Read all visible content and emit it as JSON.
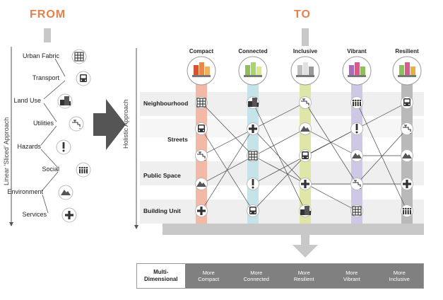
{
  "from_heading": "FROM",
  "to_heading": "TO",
  "left_axis_label": "Linear ‘Sliced’ Approach",
  "right_axis_label": "Holistic Approach",
  "linear_items": [
    {
      "label": "Urban Fabric",
      "icon": "grid-icon"
    },
    {
      "label": "Transport",
      "icon": "bus-icon"
    },
    {
      "label": "Land Use",
      "icon": "buildings-icon"
    },
    {
      "label": "Utilities",
      "icon": "tap-icon"
    },
    {
      "label": "Hazards",
      "icon": "exclamation-icon"
    },
    {
      "label": "Social",
      "icon": "people-icon"
    },
    {
      "label": "Environment",
      "icon": "mountain-icon"
    },
    {
      "label": "Services",
      "icon": "plus-icon"
    }
  ],
  "columns": [
    {
      "label": "Compact",
      "color": "#f3b8a6"
    },
    {
      "label": "Connected",
      "color": "#c5e4ea"
    },
    {
      "label": "Inclusive",
      "color": "#dfe6a8"
    },
    {
      "label": "Vibrant",
      "color": "#cfc8e4"
    },
    {
      "label": "Resilient",
      "color": "#b9b9b9"
    }
  ],
  "rows": [
    "Neighbourhood",
    "Streets",
    "Public Space",
    "Building Unit"
  ],
  "footer": {
    "first": [
      "Multi-",
      "Dimensional"
    ],
    "cells": [
      [
        "More",
        "Compact"
      ],
      [
        "More",
        "Connected"
      ],
      [
        "More",
        "Resilient"
      ],
      [
        "More",
        "Vibrant"
      ],
      [
        "More",
        "Inclusive"
      ]
    ]
  }
}
